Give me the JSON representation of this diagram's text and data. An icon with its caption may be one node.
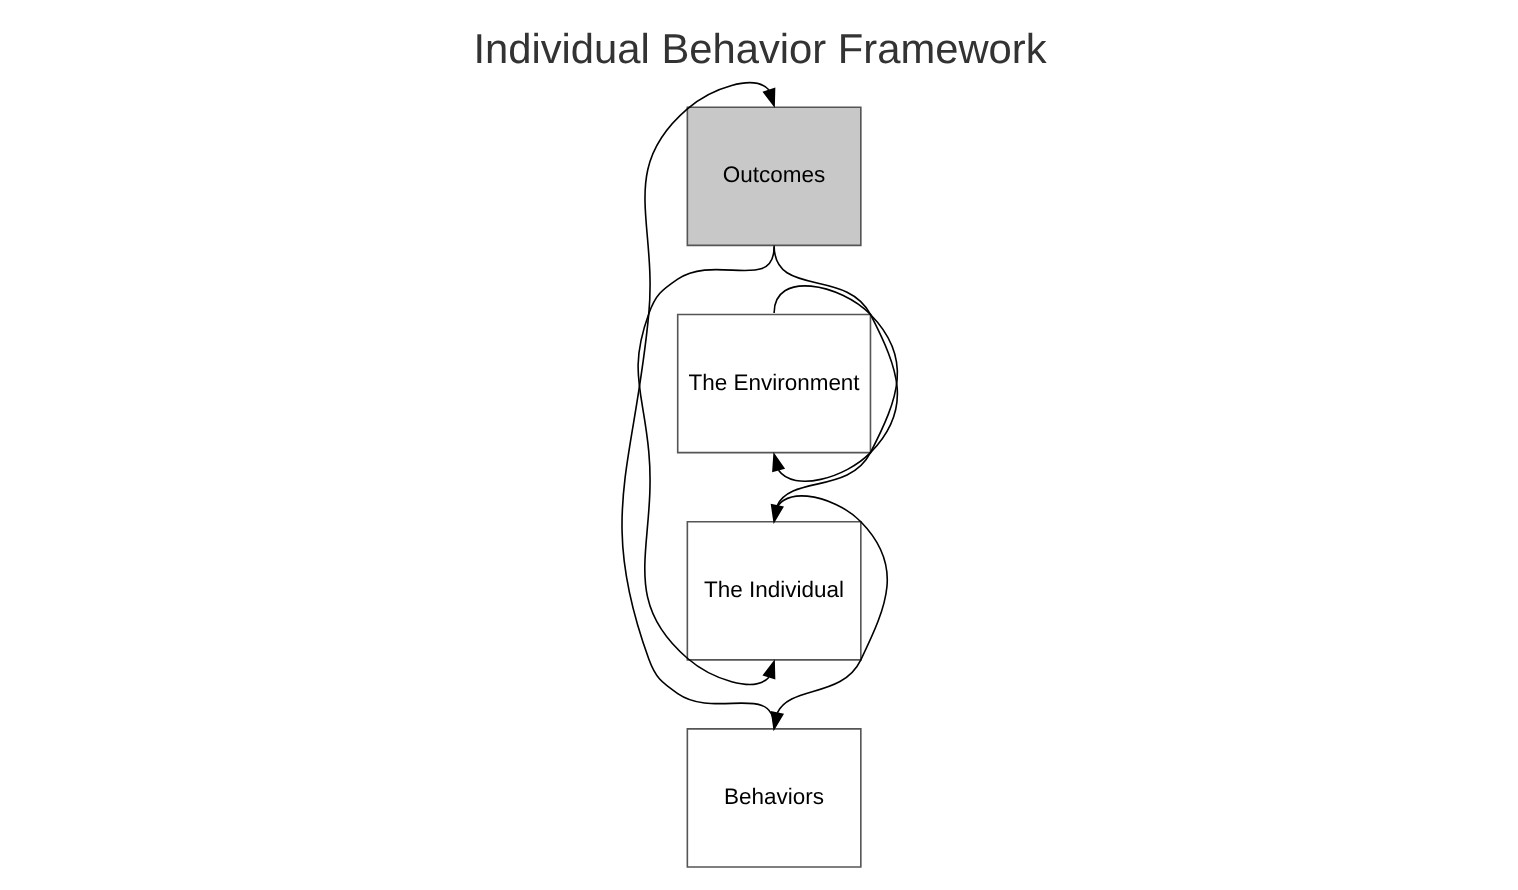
{
  "diagram": {
    "title": "Individual Behavior Framework",
    "nodes": [
      {
        "text": [
          "The Environment"
        ]
      },
      {
        "text": [
          "The Individual"
        ]
      },
      {
        "text": [
          "Behaviors"
        ]
      },
      {
        "text": [
          "Outcomes"
        ]
      }
    ],
    "edges": [
      {
        "from": 0,
        "to": 1,
        "arrow": "to"
      },
      {
        "from": 1,
        "to": 2,
        "arrow": "to"
      },
      {
        "from": 2,
        "to": 3,
        "arrow": "to"
      },
      {
        "from": 3,
        "to": 0,
        "arrow": "to"
      },
      {
        "from": 3,
        "to": 1,
        "arrow": "to"
      }
    ]
  }
}
